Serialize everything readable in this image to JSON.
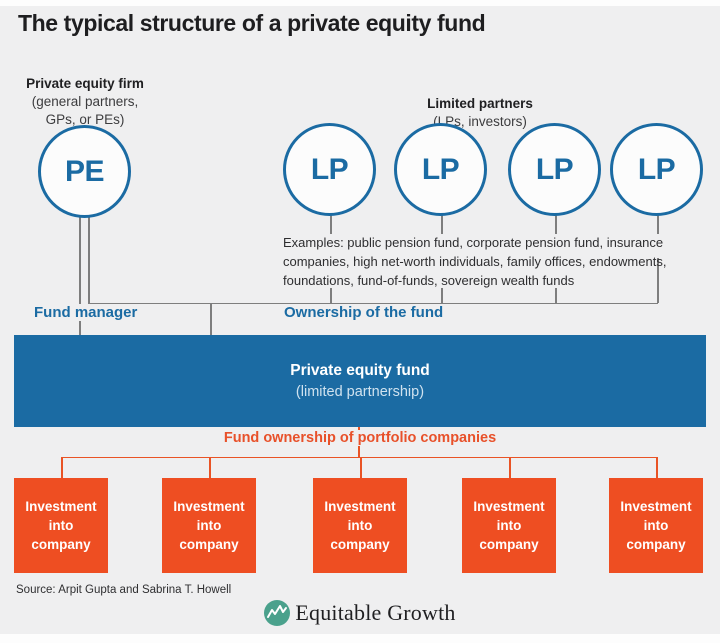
{
  "header": {
    "title": "The typical structure of a private equity fund",
    "pe_group": {
      "bold": "Private equity firm",
      "sub": "(general partners,\nGPs, or PEs)"
    },
    "lp_group": {
      "bold": "Limited partners",
      "sub": "(LPs, investors)"
    }
  },
  "nodes": {
    "pe": "PE",
    "lp": "LP"
  },
  "examples": "Examples: public pension fund, corporate pension fund, insurance\ncompanies, high net-worth individuals, family offices, endowments,\nfoundations, fund-of-funds, sovereign wealth funds",
  "relations": {
    "fund_manager": "Fund manager",
    "ownership": "Ownership of the fund",
    "portfolio": "Fund ownership of portfolio companies"
  },
  "fund_box": {
    "title": "Private equity fund",
    "subtitle": "(limited partnership)"
  },
  "investment_box": "Investment\ninto\ncompany",
  "footer": {
    "source": "Source: Arpit Gupta and Sabrina T. Howell",
    "logo": "Equitable Growth"
  },
  "colors": {
    "blue": "#1b6ba3",
    "orange_box": "#ee4e22",
    "orange_line": "#e95325",
    "grey_line": "#7e7e7e",
    "logo_green": "#4aa18c",
    "background": "#efeff0"
  }
}
